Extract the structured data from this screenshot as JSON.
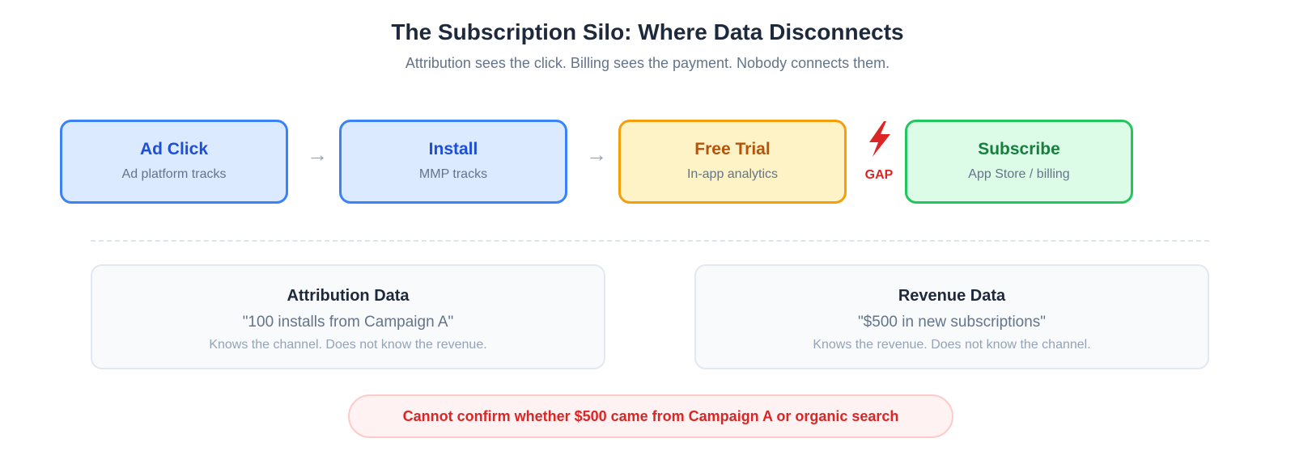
{
  "header": {
    "title": "The Subscription Silo: Where Data Disconnects",
    "subtitle": "Attribution sees the click. Billing sees the payment. Nobody connects them."
  },
  "flow": {
    "stages": [
      {
        "title": "Ad Click",
        "subtitle": "Ad platform tracks",
        "color": "#3b82f6"
      },
      {
        "title": "Install",
        "subtitle": "MMP tracks",
        "color": "#3b82f6"
      },
      {
        "title": "Free Trial",
        "subtitle": "In-app analytics",
        "color": "#f59e0b"
      },
      {
        "title": "Subscribe",
        "subtitle": "App Store / billing",
        "color": "#22c55e"
      }
    ],
    "arrow_glyph": "→",
    "gap": {
      "label": "GAP",
      "icon": "lightning-bolt-icon",
      "color": "#dc2626"
    }
  },
  "panels": {
    "attribution": {
      "title": "Attribution Data",
      "quote": "\"100 installs from Campaign A\"",
      "note": "Knows the channel. Does not know the revenue."
    },
    "revenue": {
      "title": "Revenue Data",
      "quote": "\"$500 in new subscriptions\"",
      "note": "Knows the revenue. Does not know the channel."
    }
  },
  "alert": {
    "text": "Cannot confirm whether $500 came from Campaign A or organic search"
  }
}
